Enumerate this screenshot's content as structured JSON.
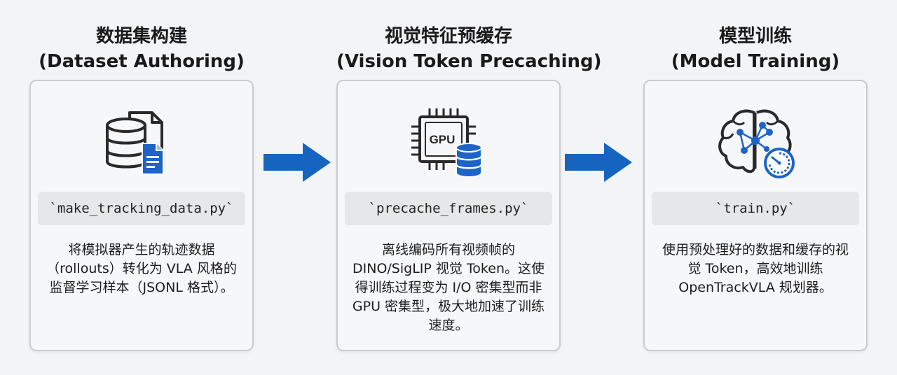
{
  "stages": [
    {
      "title_zh": "数据集构建",
      "title_en": "(Dataset Authoring)",
      "icon": "database-document-icon",
      "code": "`make_tracking_data.py`",
      "description": "将模拟器产生的轨迹数据（rollouts）转化为 VLA 风格的监督学习样本（JSONL 格式）。"
    },
    {
      "title_zh": "视觉特征预缓存",
      "title_en": "(Vision Token Precaching)",
      "icon": "gpu-chip-database-icon",
      "icon_label": "GPU",
      "code": "`precache_frames.py`",
      "description": "离线编码所有视频帧的 DINO/SigLIP 视觉 Token。这使得训练过程变为 I/O 密集型而非 GPU 密集型，极大地加速了训练速度。"
    },
    {
      "title_zh": "模型训练",
      "title_en": "(Model Training)",
      "icon": "brain-network-gauge-icon",
      "code": "`train.py`",
      "description": "使用预处理好的数据和缓存的视觉 Token，高效地训练 OpenTrackVLA 规划器。"
    }
  ],
  "colors": {
    "arrow": "#1565c0",
    "icon_dark": "#2a2a2a",
    "icon_accent": "#1e64c8"
  }
}
